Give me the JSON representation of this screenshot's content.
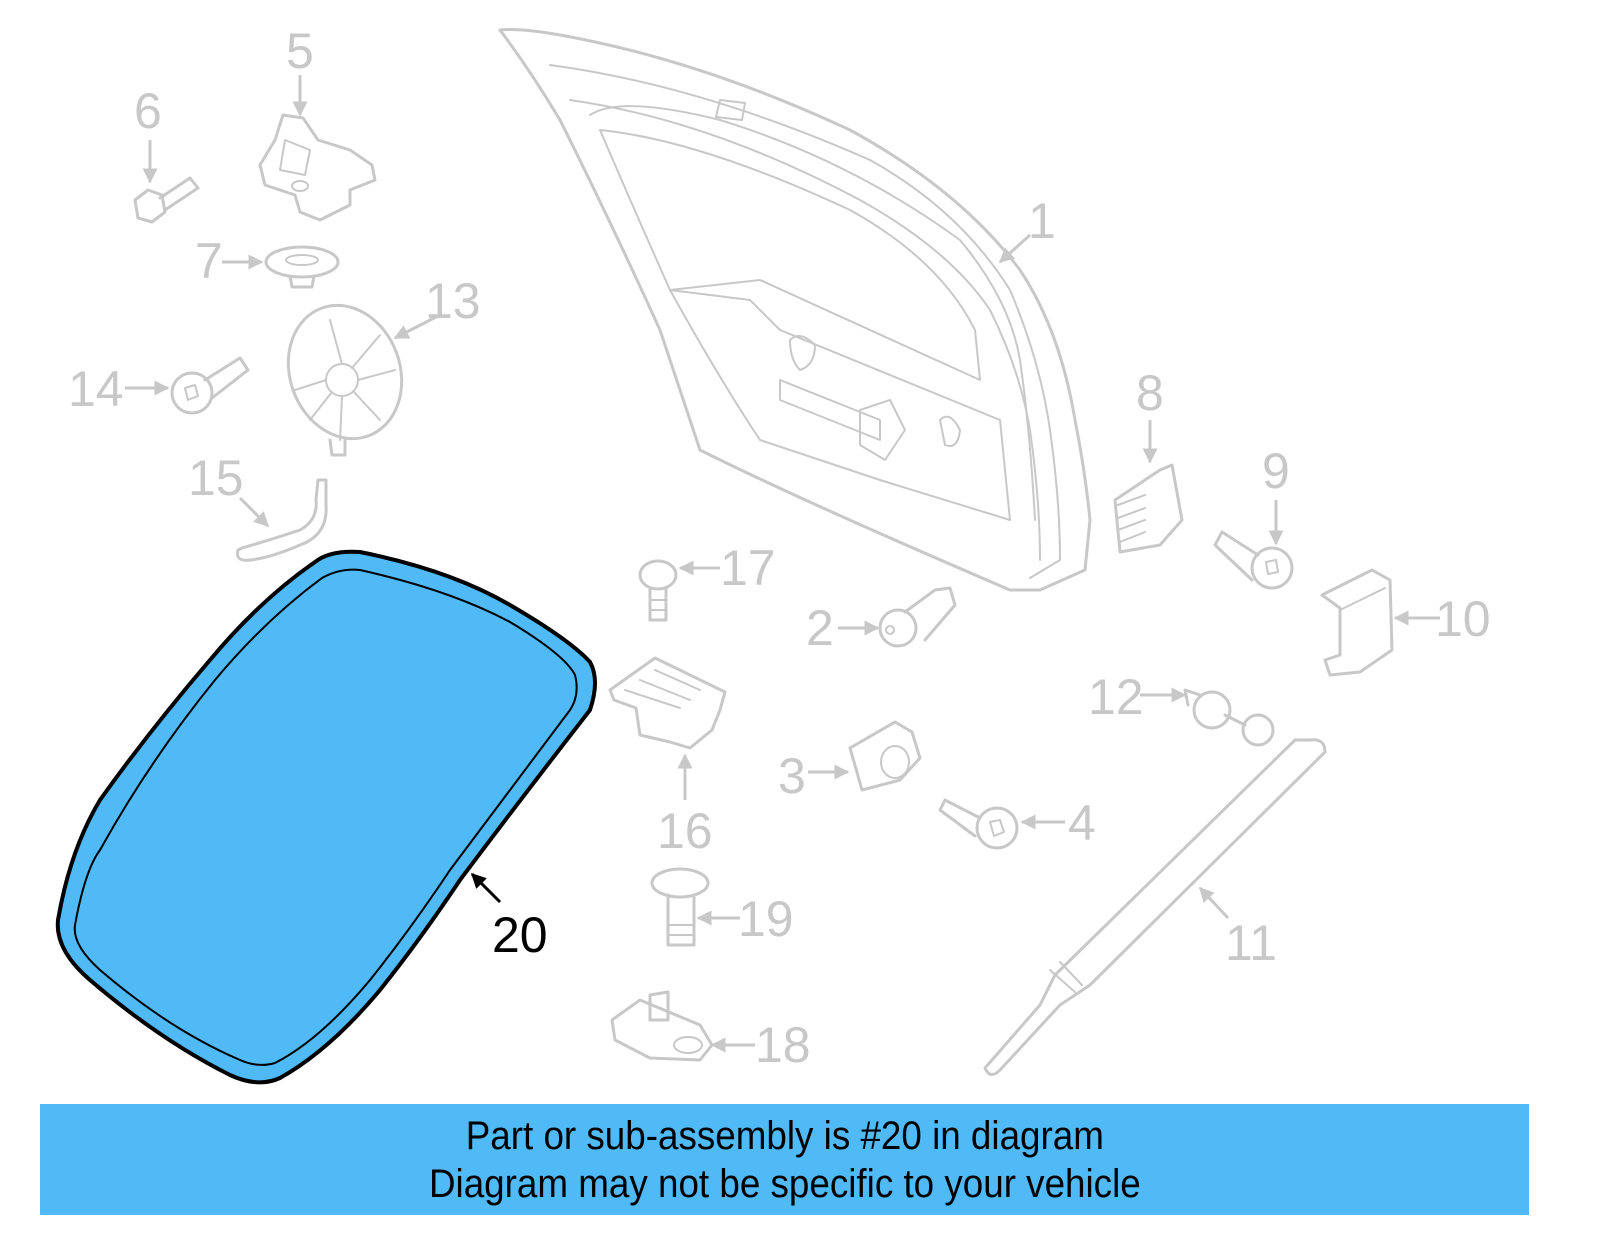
{
  "diagram": {
    "highlight_color": "#4fbaf5",
    "callout_color": "#c8c8c8",
    "highlighted_part": "20",
    "callouts": [
      {
        "id": "1",
        "label": "1"
      },
      {
        "id": "2",
        "label": "2"
      },
      {
        "id": "3",
        "label": "3"
      },
      {
        "id": "4",
        "label": "4"
      },
      {
        "id": "5",
        "label": "5"
      },
      {
        "id": "6",
        "label": "6"
      },
      {
        "id": "7",
        "label": "7"
      },
      {
        "id": "8",
        "label": "8"
      },
      {
        "id": "9",
        "label": "9"
      },
      {
        "id": "10",
        "label": "10"
      },
      {
        "id": "11",
        "label": "11"
      },
      {
        "id": "12",
        "label": "12"
      },
      {
        "id": "13",
        "label": "13"
      },
      {
        "id": "14",
        "label": "14"
      },
      {
        "id": "15",
        "label": "15"
      },
      {
        "id": "16",
        "label": "16"
      },
      {
        "id": "17",
        "label": "17"
      },
      {
        "id": "18",
        "label": "18"
      },
      {
        "id": "19",
        "label": "19"
      },
      {
        "id": "20",
        "label": "20"
      }
    ]
  },
  "banner": {
    "line1": "Part or sub-assembly is #20 in diagram",
    "line2": "Diagram may not be specific to your vehicle",
    "background": "#4fbaf5"
  }
}
